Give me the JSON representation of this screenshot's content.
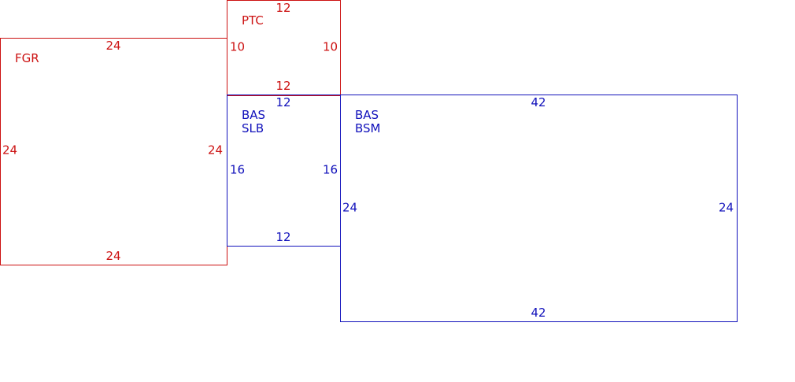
{
  "colors": {
    "red": "#cc1111",
    "blue": "#1111bb"
  },
  "rooms": {
    "fgr": {
      "label_lines": [
        "FGR"
      ],
      "dims": {
        "top": "24",
        "bottom": "24",
        "left": "24",
        "right": "24"
      },
      "color": "red"
    },
    "ptc": {
      "label_lines": [
        "PTC"
      ],
      "dims": {
        "top": "12",
        "bottom": "12",
        "left": "10",
        "right": "10"
      },
      "color": "red"
    },
    "slb": {
      "label_lines": [
        "BAS",
        "SLB"
      ],
      "dims": {
        "top": "12",
        "bottom": "12",
        "left": "16",
        "right": "16"
      },
      "color": "blue"
    },
    "bsm": {
      "label_lines": [
        "BAS",
        "BSM"
      ],
      "dims": {
        "top": "42",
        "bottom": "42",
        "left": "24",
        "right": "24"
      },
      "color": "blue"
    }
  }
}
